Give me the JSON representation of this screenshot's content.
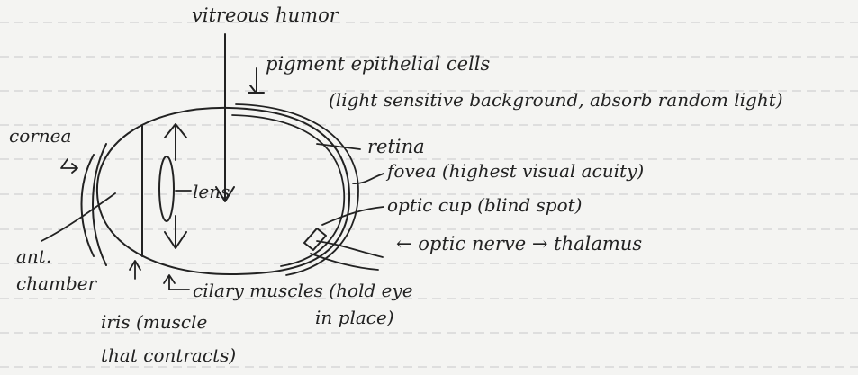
{
  "labels": {
    "vitreous_humor": "vitreous humor",
    "pigment_cells": "pigment epithelial cells",
    "pigment_cells_note": "(light sensitive background, absorb random light)",
    "cornea": "cornea",
    "retina": "retina",
    "fovea": "fovea (highest visual acuity)",
    "lens": "lens",
    "optic_cup": "optic cup (blind spot)",
    "ant": "ant.",
    "chamber": "chamber",
    "optic_nerve": "← optic nerve → thalamus",
    "ciliary": "cilary muscles (hold eye",
    "ciliary_2": "in place)",
    "iris": "iris (muscle",
    "iris_2": "that contracts)"
  }
}
